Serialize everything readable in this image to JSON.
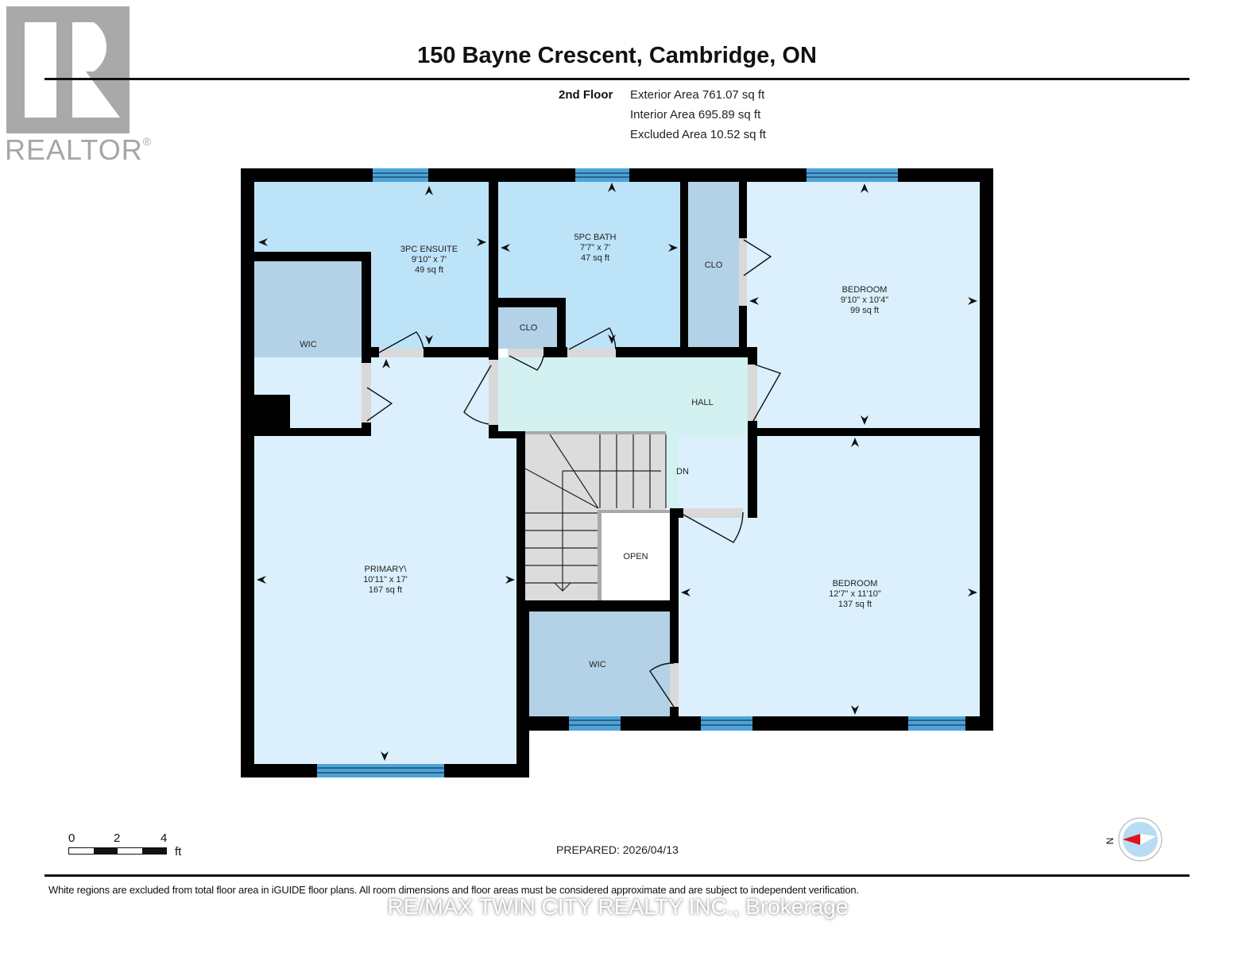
{
  "header": {
    "title": "150 Bayne Crescent, Cambridge, ON",
    "logo_text": "REALTOR",
    "logo_mark": "®"
  },
  "summary": {
    "floor": "2nd Floor",
    "exterior_area": "Exterior Area 761.07 sq ft",
    "interior_area": "Interior Area 695.89 sq ft",
    "excluded_area": "Excluded Area 10.52 sq ft"
  },
  "colors": {
    "wall": "#000000",
    "room_bedroom": "#dbf0fc",
    "room_bath": "#bde3f9",
    "room_closet": "#b3d2e8",
    "hall": "#d4f1f2",
    "stairs": "#dcdcdc",
    "door_gap": "#d9d9d9",
    "window": "#4ba3d9",
    "compass_red": "#e0141e",
    "compass_blue": "#b7dcf4"
  },
  "rooms": {
    "ensuite": {
      "name": "3PC ENSUITE",
      "dims": "9'10\" x 7'",
      "area": "49 sq ft"
    },
    "bath": {
      "name": "5PC BATH",
      "dims": "7'7\" x 7'",
      "area": "47 sq ft"
    },
    "clo_top": {
      "name": "CLO"
    },
    "clo_small": {
      "name": "CLO"
    },
    "bedroom_ne": {
      "name": "BEDROOM",
      "dims": "9'10\" x 10'4\"",
      "area": "99 sq ft"
    },
    "wic_left": {
      "name": "WIC"
    },
    "hall": {
      "name": "HALL"
    },
    "stairs": {
      "name": "DN"
    },
    "open": {
      "name": "OPEN"
    },
    "primary": {
      "name": "PRIMARY\\",
      "dims": "10'11\" x 17'",
      "area": "167 sq ft"
    },
    "wic_bottom": {
      "name": "WIC"
    },
    "bedroom_se": {
      "name": "BEDROOM",
      "dims": "12'7\" x 11'10\"",
      "area": "137 sq ft"
    }
  },
  "scale": {
    "labels": [
      "0",
      "2",
      "4"
    ],
    "unit": "ft"
  },
  "compass": {
    "label": "N"
  },
  "footer": {
    "prepared": "PREPARED: 2026/04/13",
    "disclaimer": "White regions are excluded from total floor area in iGUIDE floor plans. All room dimensions and floor areas must be considered approximate and are subject to independent verification.",
    "brokerage": "RE/MAX TWIN CITY REALTY INC., Brokerage"
  }
}
